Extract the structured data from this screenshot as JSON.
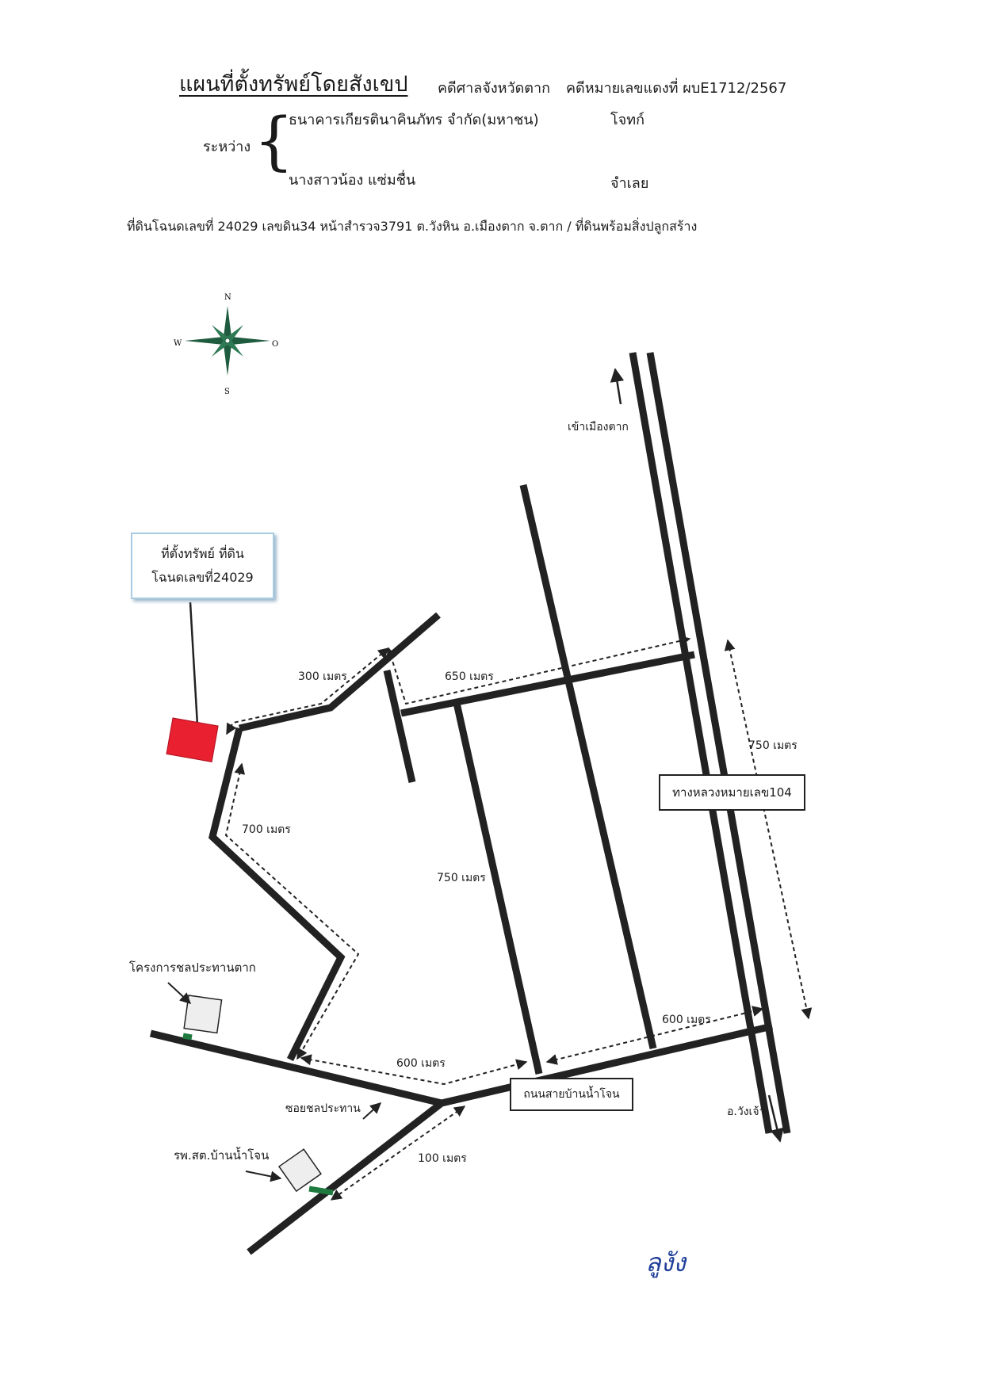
{
  "header": {
    "title": "แผนที่ตั้งทรัพย์โดยสังเขป",
    "court": "คดีศาลจังหวัดตาก",
    "case_number": "คดีหมายเลขแดงที่ ผบE1712/2567",
    "between_label": "ระหว่าง",
    "plaintiff_name": "ธนาคารเกียรตินาคินภัทร จำกัด(มหาชน)",
    "plaintiff_role": "โจทก์",
    "defendant_name": "นางสาวน้อง แซ่มชื่น",
    "defendant_role": "จำเลย",
    "property_line": "ที่ดินโฉนดเลขที่ 24029   เลขดิน34   หน้าสำรวจ3791   ต.วังหิน อ.เมืองตาก จ.ตาก / ที่ดินพร้อมสิ่งปลูกสร้าง"
  },
  "compass": {
    "north": "N",
    "south": "S",
    "west": "W",
    "east": "O",
    "color": "#1f5c3f"
  },
  "property": {
    "callout_line1": "ที่ตั้งทรัพย์ ที่ดิน",
    "callout_line2": "โฉนดเลขที่24029",
    "marker_color": "#e8202f"
  },
  "places": {
    "to_tak": "เข้าเมืองตาก",
    "to_wang_chao": "อ.วังเจ้า",
    "highway": "ทางหลวงหมายเลข104",
    "irrigation_project": "โครงการชลประทานตาก",
    "soi": "ซอยชลประทาน",
    "hospital": "รพ.สต.บ้านน้ำโจน",
    "main_road": "ถนนสายบ้านน้ำโจน"
  },
  "distances": {
    "d300": "300 เมตร",
    "d650": "650 เมตร",
    "d750_right": "750 เมตร",
    "d700": "700 เมตร",
    "d750_mid": "750 เมตร",
    "d600_right": "600 เมตร",
    "d600_left": "600 เมตร",
    "d100": "100 เมตร"
  },
  "signature": "ลูงัง"
}
